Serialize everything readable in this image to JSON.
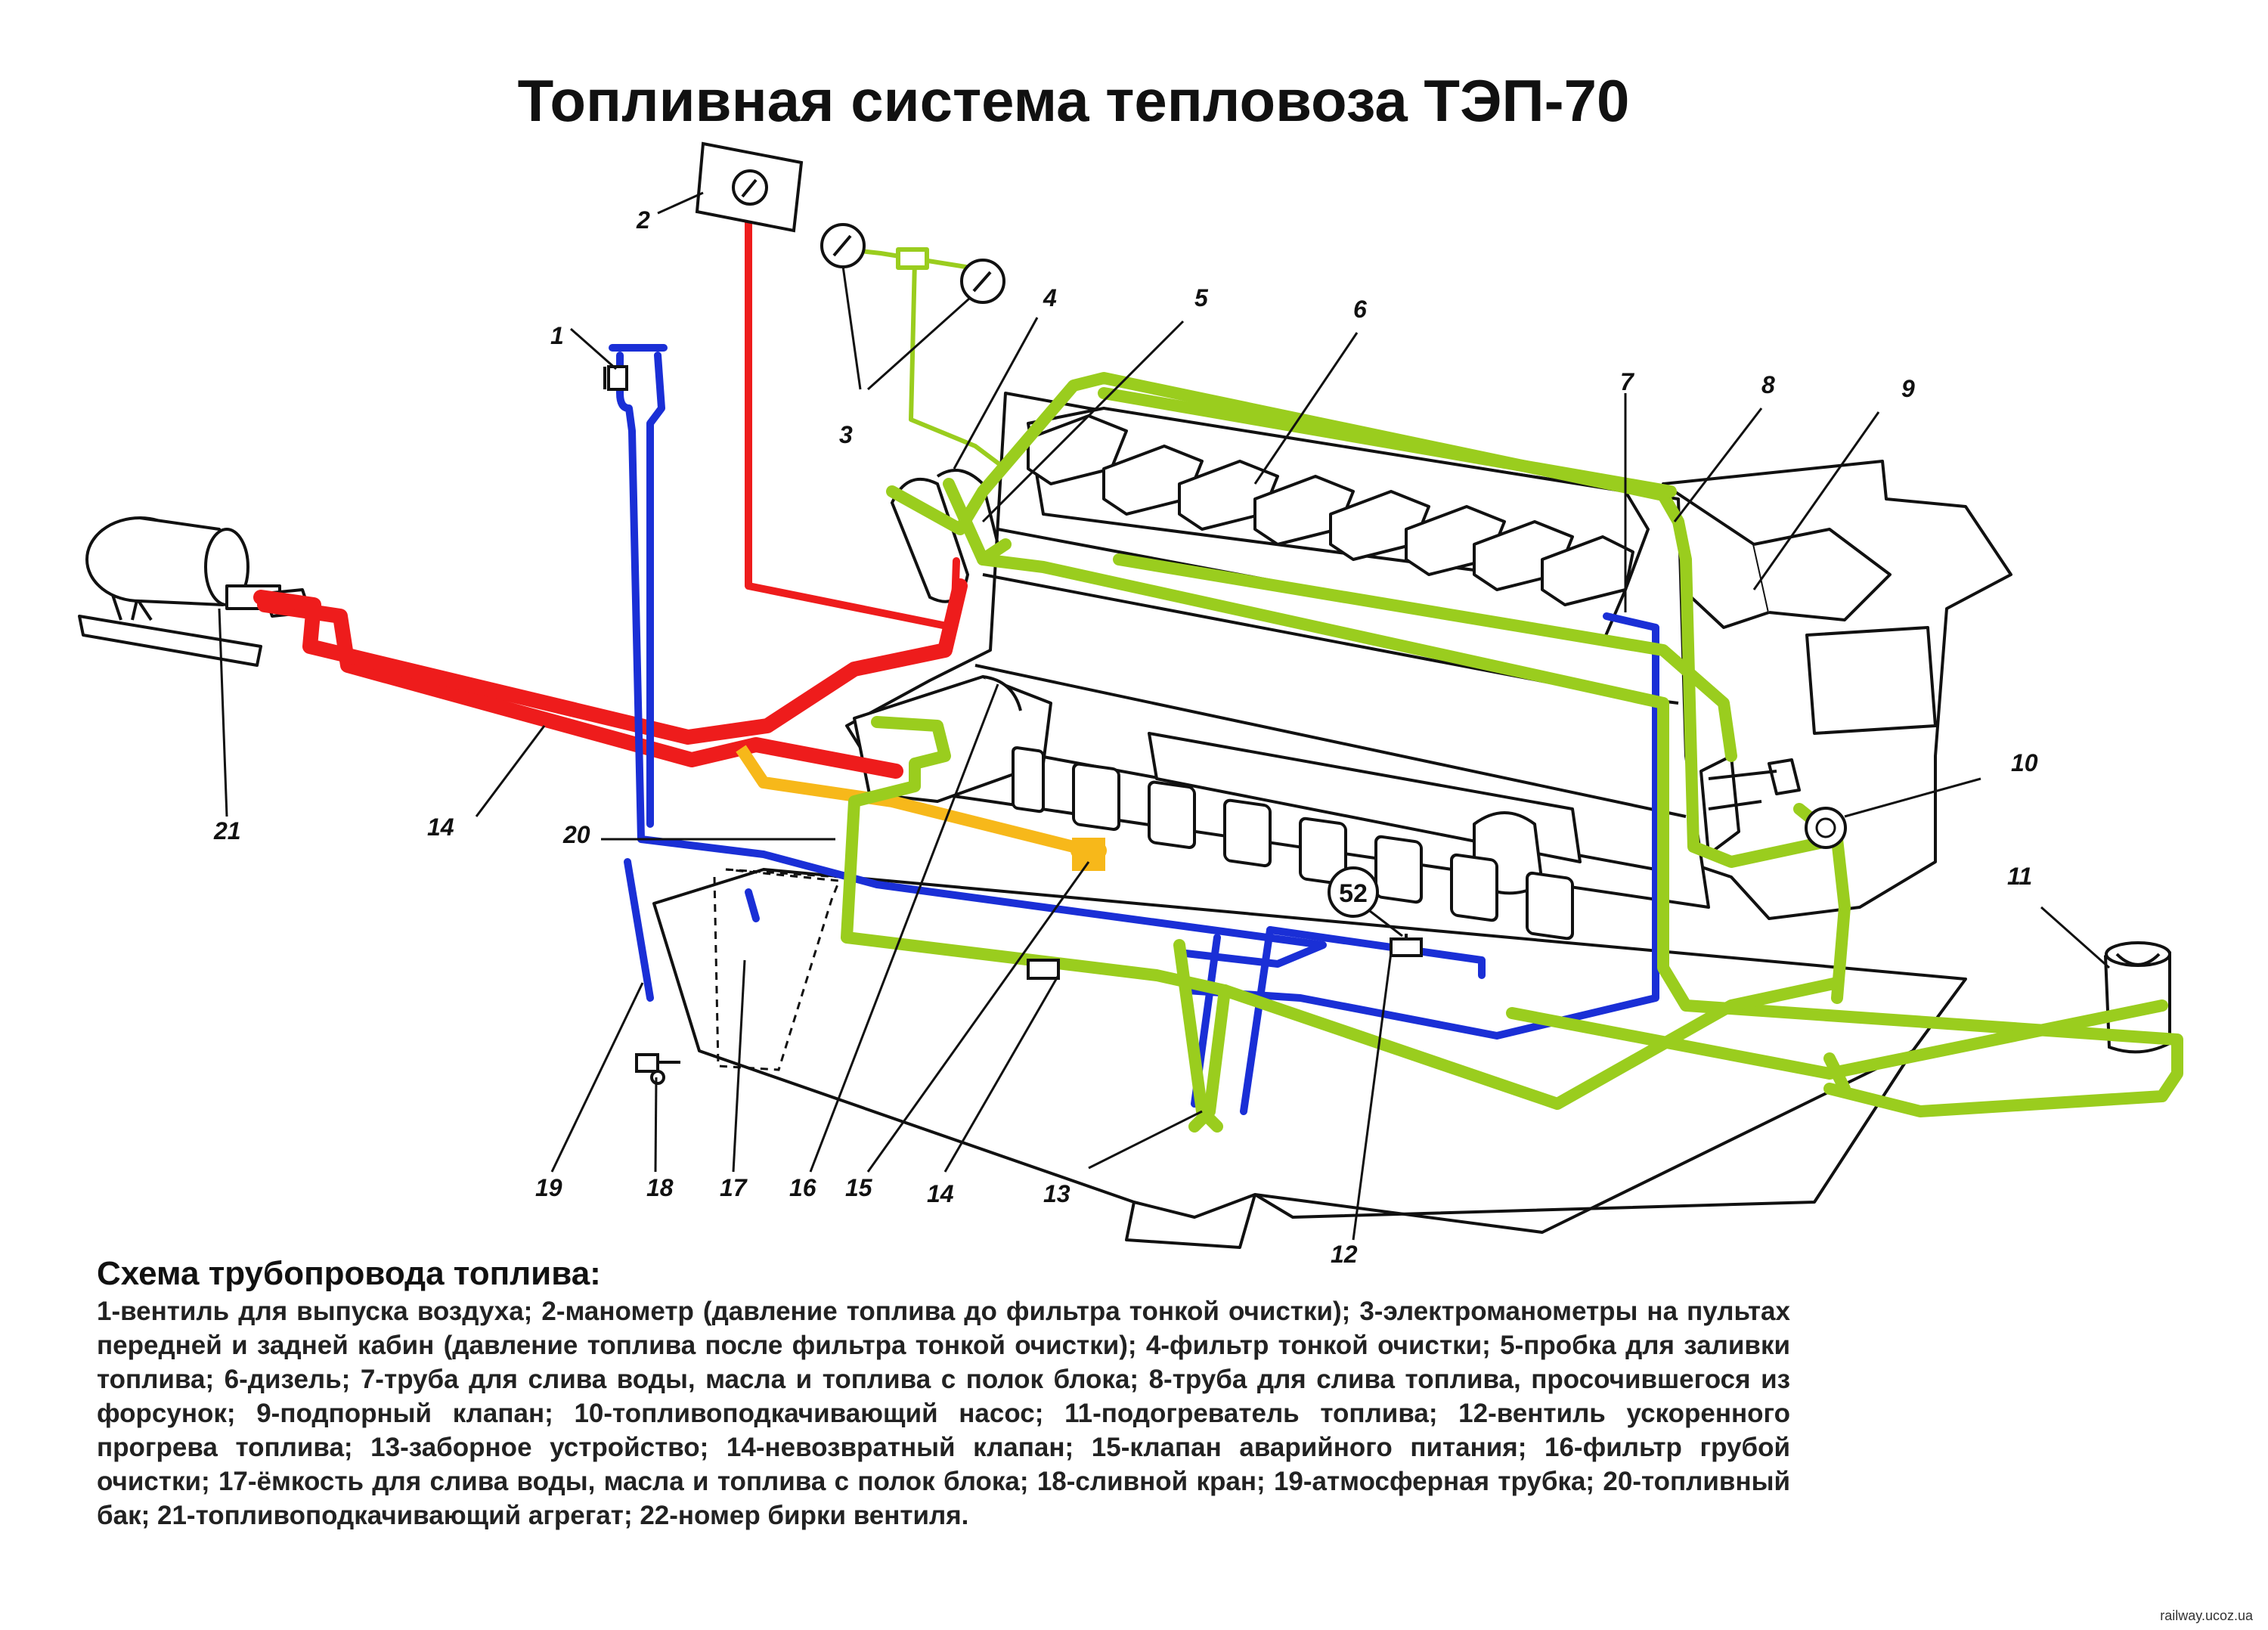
{
  "title": "Топливная система тепловоза ТЭП-70",
  "gauge_tag": "52",
  "callouts": [
    {
      "id": "c1",
      "label": "1"
    },
    {
      "id": "c2",
      "label": "2"
    },
    {
      "id": "c3",
      "label": "3"
    },
    {
      "id": "c4",
      "label": "4"
    },
    {
      "id": "c5",
      "label": "5"
    },
    {
      "id": "c6",
      "label": "6"
    },
    {
      "id": "c7",
      "label": "7"
    },
    {
      "id": "c8",
      "label": "8"
    },
    {
      "id": "c9",
      "label": "9"
    },
    {
      "id": "c10",
      "label": "10"
    },
    {
      "id": "c11",
      "label": "11"
    },
    {
      "id": "c12",
      "label": "12"
    },
    {
      "id": "c13",
      "label": "13"
    },
    {
      "id": "c14a",
      "label": "14"
    },
    {
      "id": "c14b",
      "label": "14"
    },
    {
      "id": "c15",
      "label": "15"
    },
    {
      "id": "c16",
      "label": "16"
    },
    {
      "id": "c17",
      "label": "17"
    },
    {
      "id": "c18",
      "label": "18"
    },
    {
      "id": "c19",
      "label": "19"
    },
    {
      "id": "c20",
      "label": "20"
    },
    {
      "id": "c21",
      "label": "21"
    }
  ],
  "legend": {
    "title": "Схема трубопровода топлива:",
    "text": "1-вентиль для выпуска воздуха; 2-манометр (давление топлива до фильтра тонкой очистки); 3-электроманометры на пультах передней и задней кабин (давление топлива после фильтра тонкой очистки); 4-фильтр тонкой очистки; 5-пробка для заливки топлива; 6-дизель; 7-труба для слива воды, масла и топлива с полок блока; 8-труба для слива топлива, просочившегося из форсунок; 9-подпорный клапан; 10-топливоподкачивающий насос; 11-подогреватель топлива; 12-вентиль ускоренного прогрева топлива; 13-заборное устройство; 14-невозвратный клапан; 15-клапан аварийного питания; 16-фильтр грубой очистки; 17-ёмкость для слива воды, масла и топлива с полок блока; 18-сливной кран; 19-атмосферная трубка; 20-топливный бак; 21-топливоподкачивающий агрегат; 22-номер бирки вентиля."
  },
  "watermark": "railway.ucoz.ua",
  "colors": {
    "red": "#ee1c1c",
    "blue": "#1a2fd6",
    "green": "#9acd1e",
    "yellow": "#f7b81a",
    "line": "#111111"
  }
}
